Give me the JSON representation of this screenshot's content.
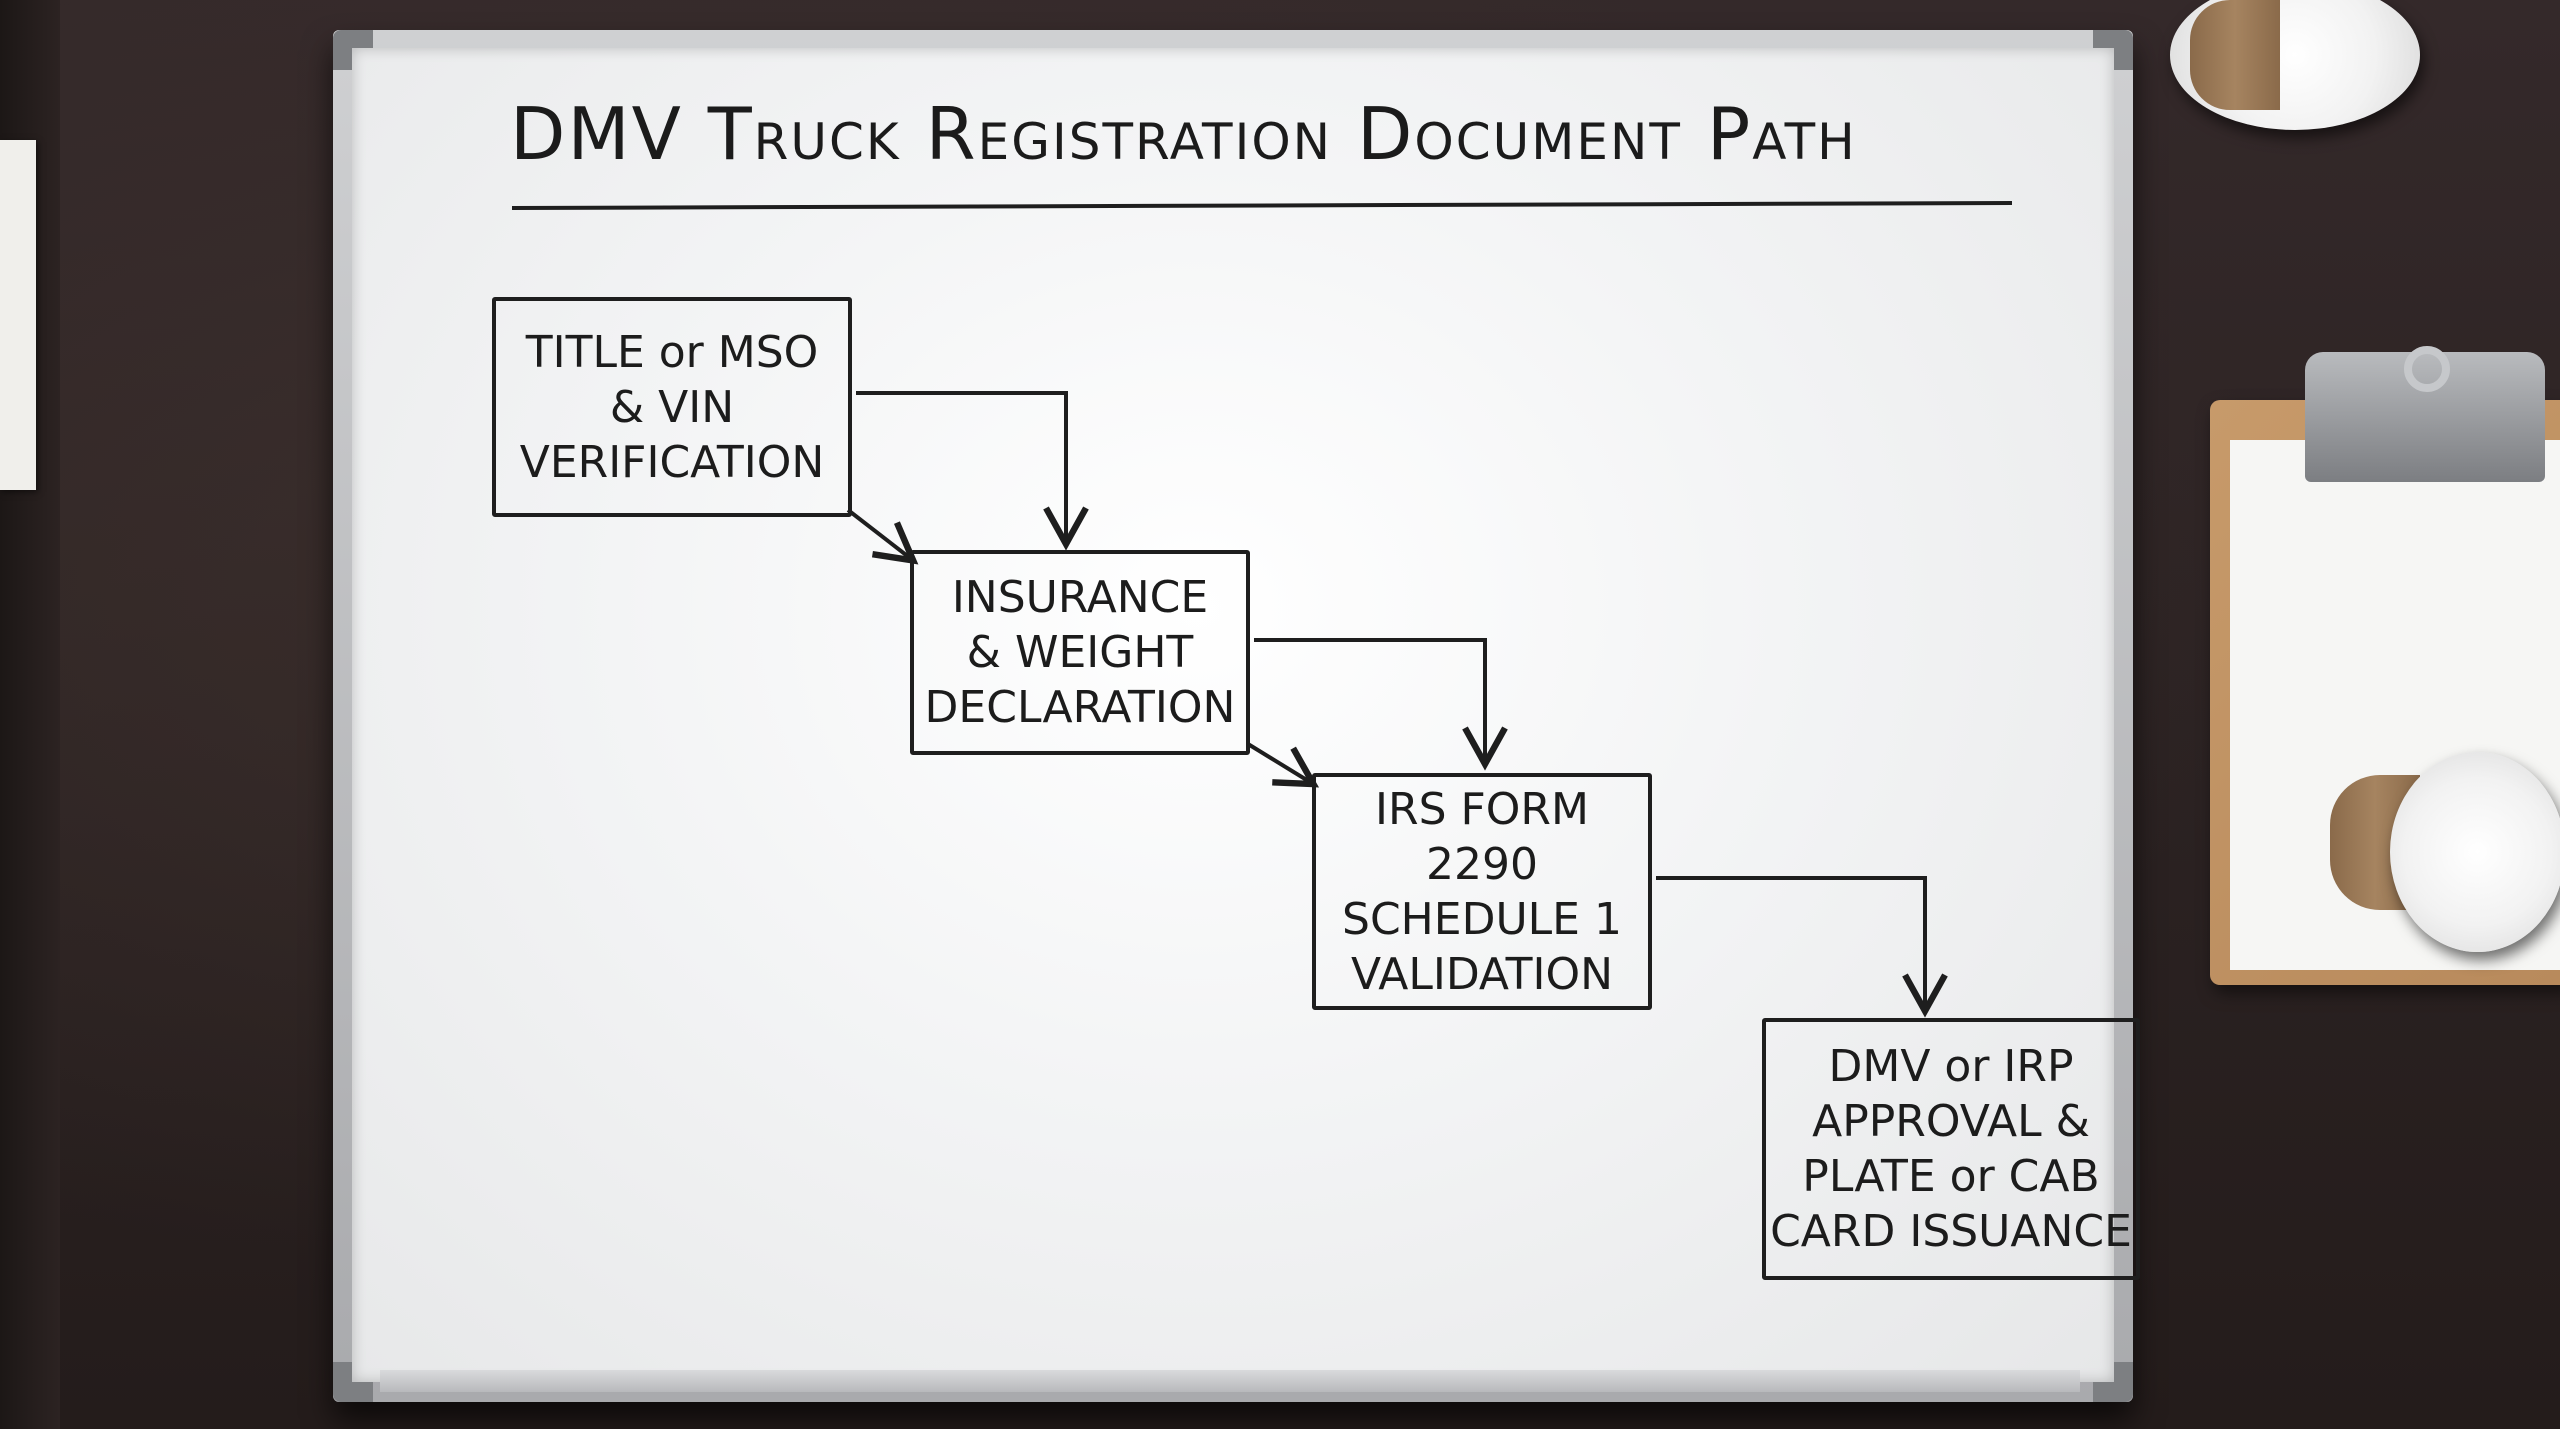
{
  "board": {
    "title": "DMV Truck Registration Document Path",
    "steps": [
      {
        "lines": [
          "TITLE or MSO",
          "& VIN",
          "VERIFICATION"
        ]
      },
      {
        "lines": [
          "INSURANCE",
          "& WEIGHT",
          "DECLARATION"
        ]
      },
      {
        "lines": [
          "IRS FORM",
          "2290",
          "SCHEDULE 1",
          "VALIDATION"
        ]
      },
      {
        "lines": [
          "DMV or IRP",
          "APPROVAL &",
          "PLATE or CAB",
          "CARD ISSUANCE"
        ]
      }
    ]
  },
  "colors": {
    "marker": "#1e1e1e",
    "board": "#f3f4f5",
    "frame": "#b5b6b9",
    "desk": "#2b2222",
    "clipboard": "#c19464"
  }
}
